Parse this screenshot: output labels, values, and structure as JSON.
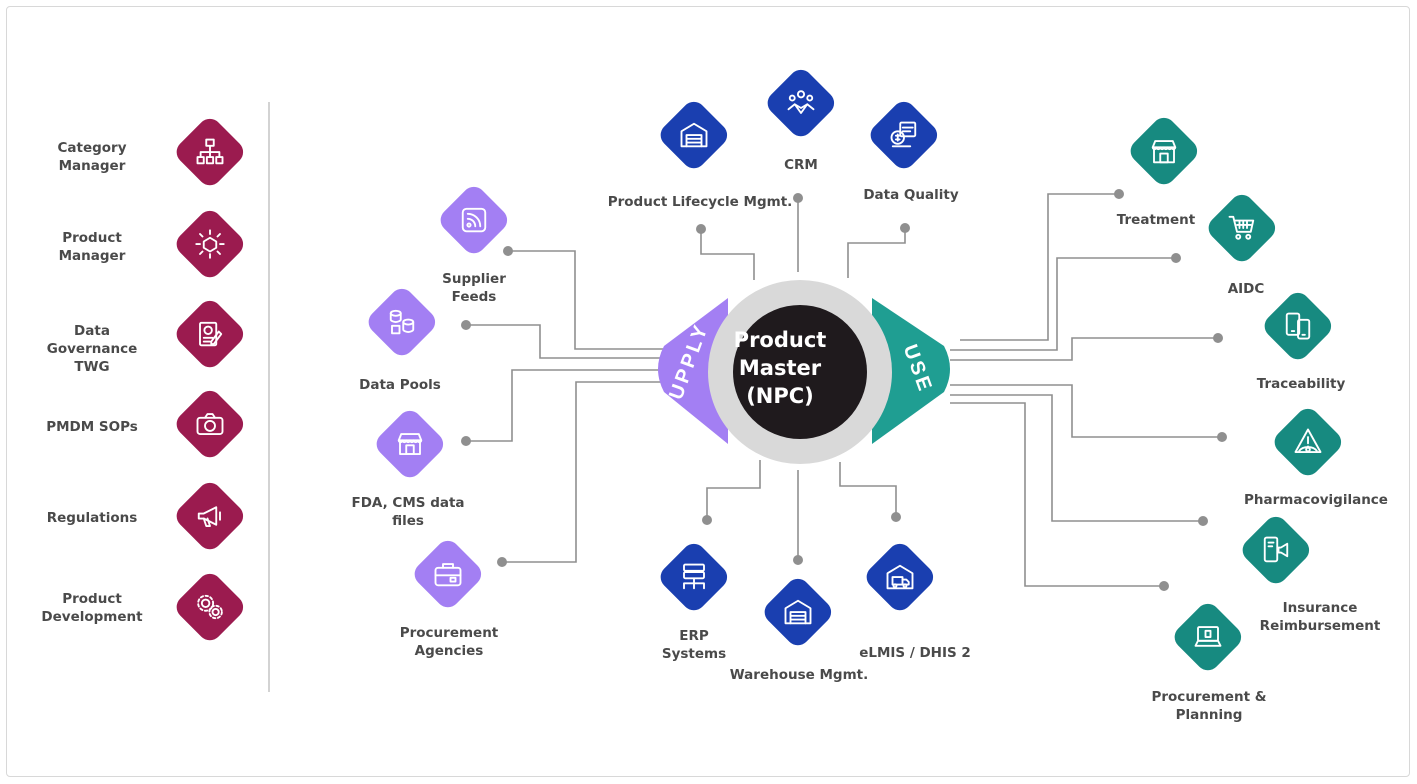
{
  "hub": {
    "title": "Product\nMaster\n(NPC)",
    "supply_label": "SUPPLY",
    "use_label": "USE"
  },
  "roles": [
    {
      "label": "Category\nManager",
      "icon": "org-chart-icon"
    },
    {
      "label": "Product\nManager",
      "icon": "product-cube-icon"
    },
    {
      "label": "Data Governance\nTWG",
      "icon": "document-seal-icon"
    },
    {
      "label": "PMDM SOPs",
      "icon": "camera-icon"
    },
    {
      "label": "Regulations",
      "icon": "megaphone-icon"
    },
    {
      "label": "Product\nDevelopment",
      "icon": "gears-icon"
    }
  ],
  "supply_sources": [
    {
      "label": "Supplier\nFeeds",
      "icon": "rss-feed-icon"
    },
    {
      "label": "Data Pools",
      "icon": "data-pool-icon"
    },
    {
      "label": "FDA, CMS data\nfiles",
      "icon": "storefront-icon"
    },
    {
      "label": "Procurement\nAgencies",
      "icon": "briefcase-icon"
    }
  ],
  "top_systems": [
    {
      "label": "Product Lifecycle Mgmt.",
      "icon": "warehouse-icon"
    },
    {
      "label": "CRM",
      "icon": "handshake-icon"
    },
    {
      "label": "Data Quality",
      "icon": "quality-icon"
    }
  ],
  "bottom_systems": [
    {
      "label": "ERP\nSystems",
      "icon": "server-network-icon"
    },
    {
      "label": "Warehouse Mgmt.",
      "icon": "warehouse-icon"
    },
    {
      "label": "eLMIS / DHIS 2",
      "icon": "delivery-truck-icon"
    }
  ],
  "uses": [
    {
      "label": "Treatment",
      "icon": "pharmacy-store-icon"
    },
    {
      "label": "AIDC",
      "icon": "shopping-cart-icon"
    },
    {
      "label": "Traceability",
      "icon": "mobile-devices-icon"
    },
    {
      "label": "Pharmacovigilance",
      "icon": "warning-eye-icon"
    },
    {
      "label": "Insurance\nReimbursement",
      "icon": "mobile-megaphone-icon"
    },
    {
      "label": "Procurement &\nPlanning",
      "icon": "laptop-icon"
    }
  ],
  "colors": {
    "roles": "#9b1b4f",
    "supply": "#a37ff3",
    "systems": "#1a3fb0",
    "uses": "#178a80",
    "hub": "#1f1a1d",
    "ring": "#d9d9d9",
    "connector": "#8f8f8f",
    "label": "#4a4a4a"
  }
}
